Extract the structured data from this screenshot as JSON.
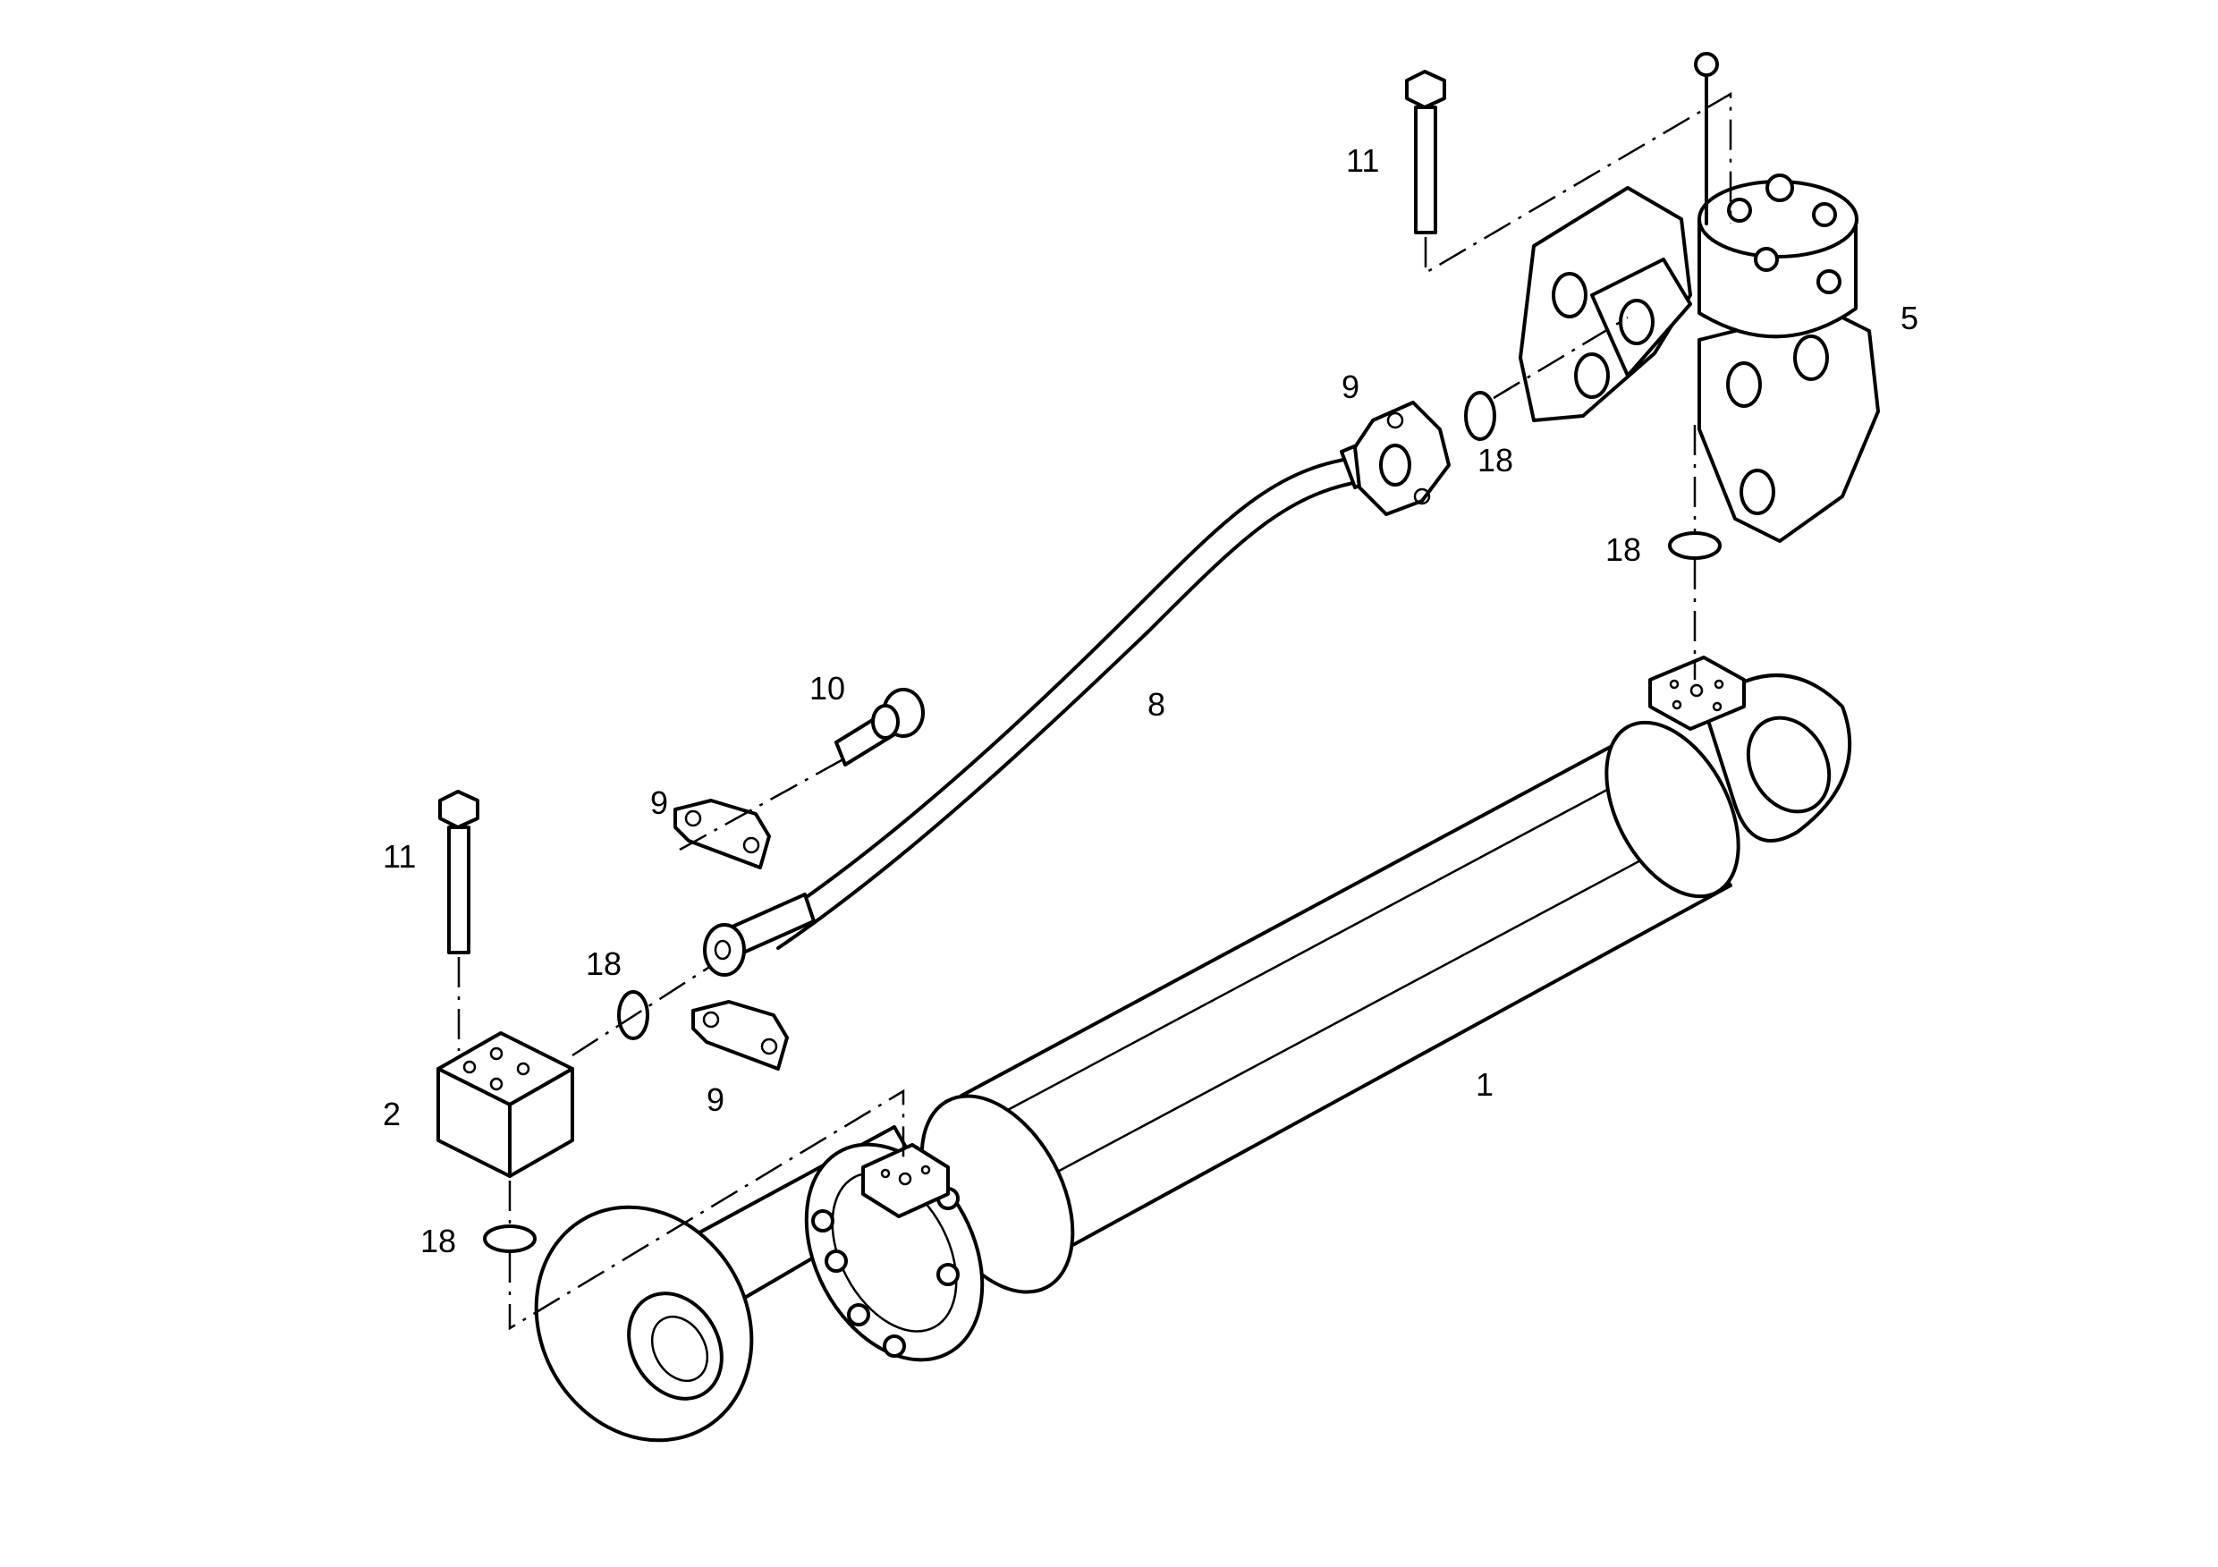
{
  "callouts": {
    "c1": "1",
    "c2": "2",
    "c5": "5",
    "c8": "8",
    "c9_upper": "9",
    "c9_middle": "9",
    "c9_lower": "9",
    "c10": "10",
    "c11_upper": "11",
    "c11_lower": "11",
    "c18_hose_upper": "18",
    "c18_valve": "18",
    "c18_block_side": "18",
    "c18_block_bottom": "18"
  }
}
